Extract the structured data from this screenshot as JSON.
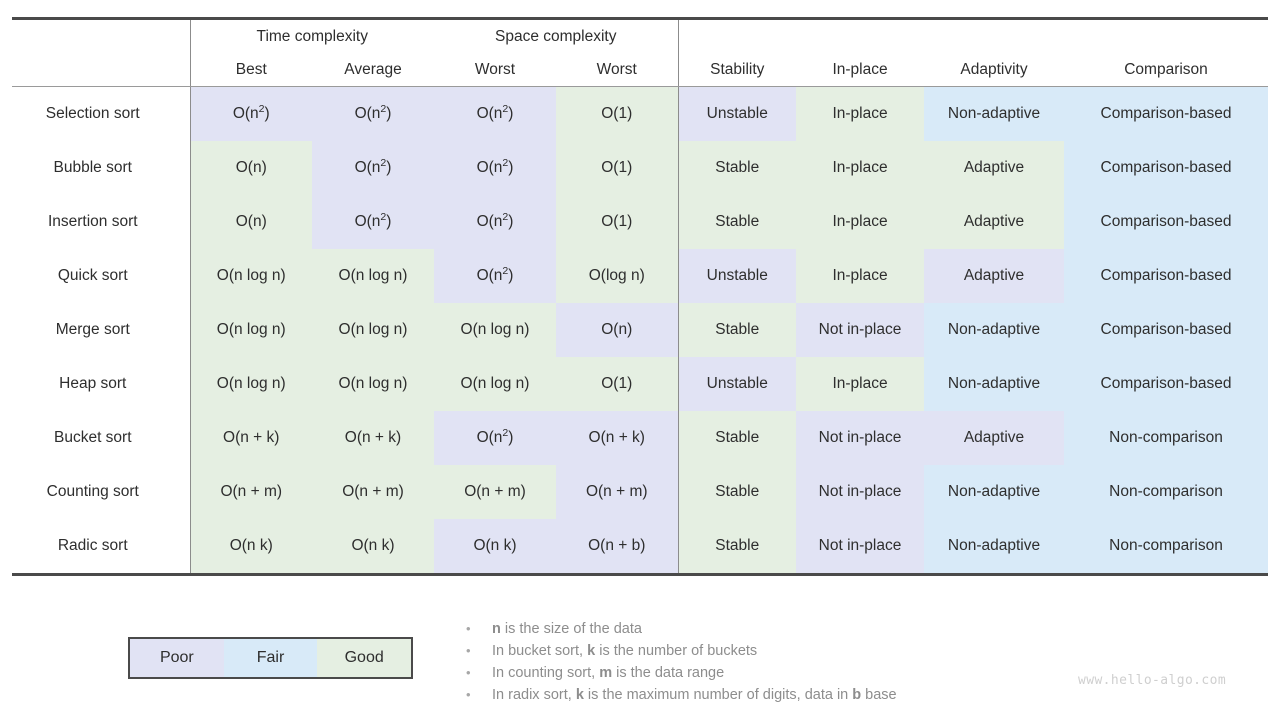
{
  "table": {
    "group_headers": [
      {
        "label": "",
        "span": 1
      },
      {
        "label": "Time complexity",
        "span": 2
      },
      {
        "label": "Space complexity",
        "span": 2
      },
      {
        "label": "",
        "span": 4
      }
    ],
    "group_time": "Time complexity",
    "group_space": "Space complexity",
    "columns": [
      "",
      "Best",
      "Average",
      "Worst",
      "Worst",
      "Stability",
      "In-place",
      "Adaptivity",
      "Comparison"
    ],
    "rows": [
      {
        "name": "Selection sort",
        "cells": [
          {
            "text": "O(n²)",
            "base": "O(n",
            "sup": "2",
            "tail": ")",
            "rating": "poor"
          },
          {
            "text": "O(n²)",
            "base": "O(n",
            "sup": "2",
            "tail": ")",
            "rating": "poor"
          },
          {
            "text": "O(n²)",
            "base": "O(n",
            "sup": "2",
            "tail": ")",
            "rating": "poor"
          },
          {
            "text": "O(1)",
            "rating": "good"
          },
          {
            "text": "Unstable",
            "rating": "poor"
          },
          {
            "text": "In-place",
            "rating": "good"
          },
          {
            "text": "Non-adaptive",
            "rating": "fair"
          },
          {
            "text": "Comparison-based",
            "rating": "fair"
          }
        ]
      },
      {
        "name": "Bubble sort",
        "cells": [
          {
            "text": "O(n)",
            "rating": "good"
          },
          {
            "text": "O(n²)",
            "base": "O(n",
            "sup": "2",
            "tail": ")",
            "rating": "poor"
          },
          {
            "text": "O(n²)",
            "base": "O(n",
            "sup": "2",
            "tail": ")",
            "rating": "poor"
          },
          {
            "text": "O(1)",
            "rating": "good"
          },
          {
            "text": "Stable",
            "rating": "good"
          },
          {
            "text": "In-place",
            "rating": "good"
          },
          {
            "text": "Adaptive",
            "rating": "good"
          },
          {
            "text": "Comparison-based",
            "rating": "fair"
          }
        ]
      },
      {
        "name": "Insertion sort",
        "cells": [
          {
            "text": "O(n)",
            "rating": "good"
          },
          {
            "text": "O(n²)",
            "base": "O(n",
            "sup": "2",
            "tail": ")",
            "rating": "poor"
          },
          {
            "text": "O(n²)",
            "base": "O(n",
            "sup": "2",
            "tail": ")",
            "rating": "poor"
          },
          {
            "text": "O(1)",
            "rating": "good"
          },
          {
            "text": "Stable",
            "rating": "good"
          },
          {
            "text": "In-place",
            "rating": "good"
          },
          {
            "text": "Adaptive",
            "rating": "good"
          },
          {
            "text": "Comparison-based",
            "rating": "fair"
          }
        ]
      },
      {
        "name": "Quick sort",
        "cells": [
          {
            "text": "O(n log n)",
            "rating": "good"
          },
          {
            "text": "O(n log n)",
            "rating": "good"
          },
          {
            "text": "O(n²)",
            "base": "O(n",
            "sup": "2",
            "tail": ")",
            "rating": "poor"
          },
          {
            "text": "O(log n)",
            "rating": "good"
          },
          {
            "text": "Unstable",
            "rating": "poor"
          },
          {
            "text": "In-place",
            "rating": "good"
          },
          {
            "text": "Adaptive",
            "rating": "poor"
          },
          {
            "text": "Comparison-based",
            "rating": "fair"
          }
        ]
      },
      {
        "name": "Merge sort",
        "cells": [
          {
            "text": "O(n log n)",
            "rating": "good"
          },
          {
            "text": "O(n log n)",
            "rating": "good"
          },
          {
            "text": "O(n log n)",
            "rating": "good"
          },
          {
            "text": "O(n)",
            "rating": "poor"
          },
          {
            "text": "Stable",
            "rating": "good"
          },
          {
            "text": "Not in-place",
            "rating": "poor"
          },
          {
            "text": "Non-adaptive",
            "rating": "fair"
          },
          {
            "text": "Comparison-based",
            "rating": "fair"
          }
        ]
      },
      {
        "name": "Heap sort",
        "cells": [
          {
            "text": "O(n log n)",
            "rating": "good"
          },
          {
            "text": "O(n log n)",
            "rating": "good"
          },
          {
            "text": "O(n log n)",
            "rating": "good"
          },
          {
            "text": "O(1)",
            "rating": "good"
          },
          {
            "text": "Unstable",
            "rating": "poor"
          },
          {
            "text": "In-place",
            "rating": "good"
          },
          {
            "text": "Non-adaptive",
            "rating": "fair"
          },
          {
            "text": "Comparison-based",
            "rating": "fair"
          }
        ]
      },
      {
        "name": "Bucket sort",
        "cells": [
          {
            "text": "O(n + k)",
            "rating": "good"
          },
          {
            "text": "O(n + k)",
            "rating": "good"
          },
          {
            "text": "O(n²)",
            "base": "O(n",
            "sup": "2",
            "tail": ")",
            "rating": "poor"
          },
          {
            "text": "O(n + k)",
            "rating": "poor"
          },
          {
            "text": "Stable",
            "rating": "good"
          },
          {
            "text": "Not in-place",
            "rating": "poor"
          },
          {
            "text": "Adaptive",
            "rating": "poor"
          },
          {
            "text": "Non-comparison",
            "rating": "fair"
          }
        ]
      },
      {
        "name": "Counting sort",
        "cells": [
          {
            "text": "O(n + m)",
            "rating": "good"
          },
          {
            "text": "O(n + m)",
            "rating": "good"
          },
          {
            "text": "O(n + m)",
            "rating": "good"
          },
          {
            "text": "O(n + m)",
            "rating": "poor"
          },
          {
            "text": "Stable",
            "rating": "good"
          },
          {
            "text": "Not in-place",
            "rating": "poor"
          },
          {
            "text": "Non-adaptive",
            "rating": "fair"
          },
          {
            "text": "Non-comparison",
            "rating": "fair"
          }
        ]
      },
      {
        "name": "Radic sort",
        "cells": [
          {
            "text": "O(n k)",
            "rating": "good"
          },
          {
            "text": "O(n k)",
            "rating": "good"
          },
          {
            "text": "O(n k)",
            "rating": "poor"
          },
          {
            "text": "O(n + b)",
            "rating": "poor"
          },
          {
            "text": "Stable",
            "rating": "good"
          },
          {
            "text": "Not in-place",
            "rating": "poor"
          },
          {
            "text": "Non-adaptive",
            "rating": "fair"
          },
          {
            "text": "Non-comparison",
            "rating": "fair"
          }
        ]
      }
    ]
  },
  "legend": {
    "items": [
      {
        "label": "Poor",
        "rating": "poor"
      },
      {
        "label": "Fair",
        "rating": "fair"
      },
      {
        "label": "Good",
        "rating": "good"
      }
    ]
  },
  "notes": {
    "bullet": "•",
    "items": [
      {
        "pre": "",
        "b1": "n",
        "mid": " is the size of the data",
        "b2": "",
        "post": ""
      },
      {
        "pre": "In bucket sort, ",
        "b1": "k",
        "mid": " is the number of buckets",
        "b2": "",
        "post": ""
      },
      {
        "pre": "In counting sort, ",
        "b1": "m",
        "mid": " is the data range",
        "b2": "",
        "post": ""
      },
      {
        "pre": "In radix sort, ",
        "b1": "k",
        "mid": " is the maximum number of digits, data in ",
        "b2": "b",
        "post": " base"
      }
    ]
  },
  "watermark": {
    "text": "www.hello-algo.com"
  },
  "colors": {
    "poor": "#e1e3f4",
    "fair": "#d8eaf8",
    "good": "#e5efe2",
    "rule": "#4a4a4a",
    "text": "#2e2e2e",
    "note_text": "#8d8d8d",
    "watermark": "#cfcfcf"
  }
}
